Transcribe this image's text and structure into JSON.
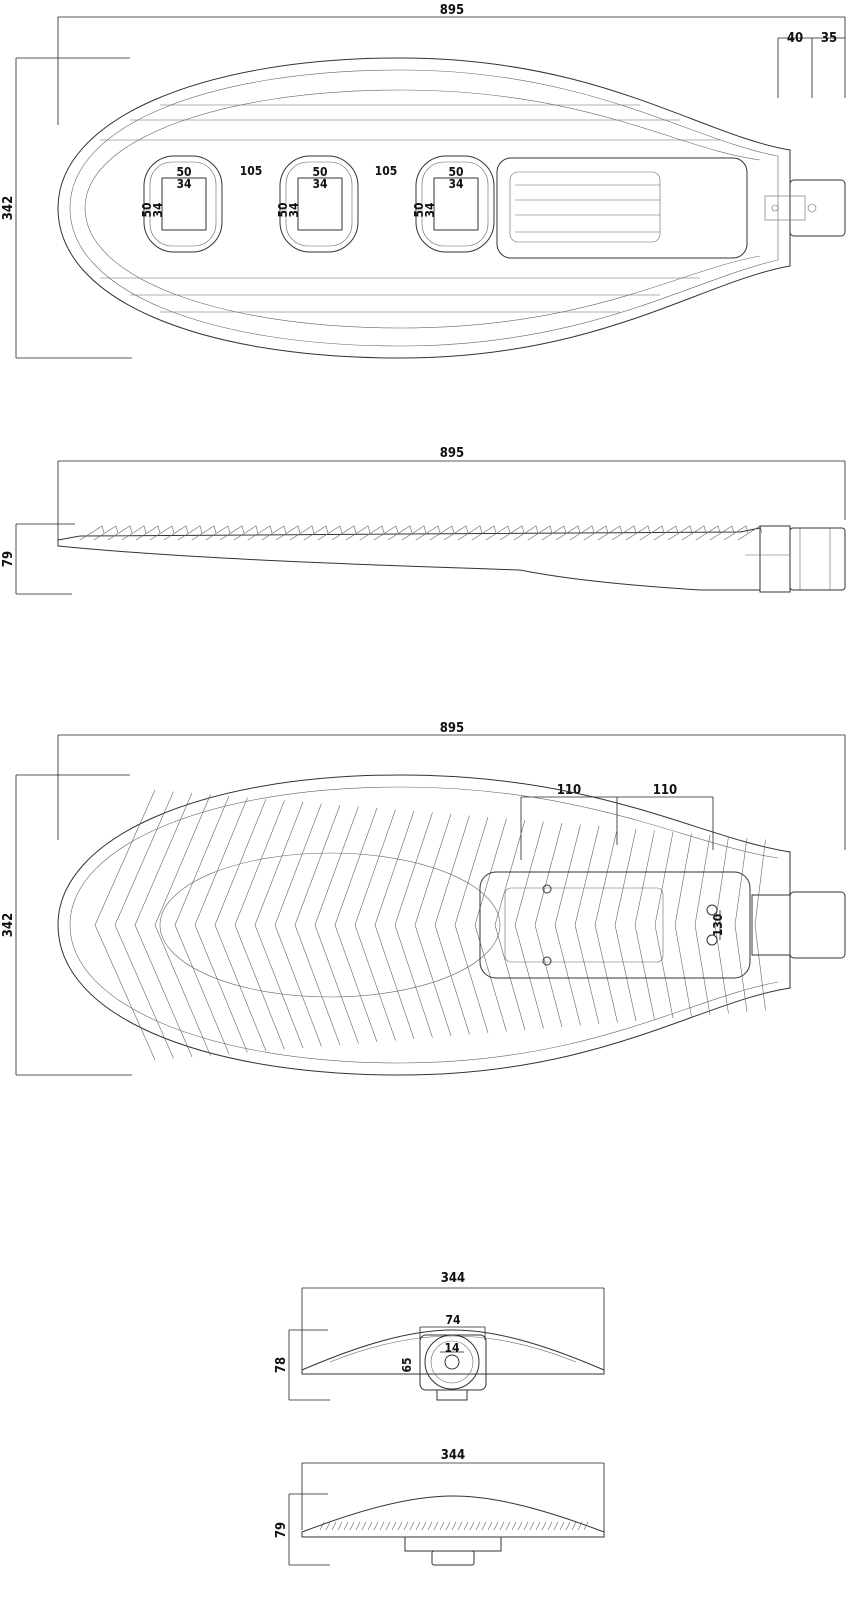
{
  "top_view": {
    "length": "895",
    "width": "342",
    "clamp_a": "40",
    "clamp_b": "35",
    "modules": [
      {
        "w_outer": "50",
        "w_inner": "34",
        "h_outer": "50",
        "h_inner": "34"
      },
      {
        "w_outer": "50",
        "w_inner": "34",
        "h_outer": "50",
        "h_inner": "34"
      },
      {
        "w_outer": "50",
        "w_inner": "34",
        "h_outer": "50",
        "h_inner": "34"
      }
    ],
    "spacing": [
      "105",
      "105"
    ]
  },
  "side_view": {
    "length": "895",
    "height": "79"
  },
  "bottom_view": {
    "length": "895",
    "width": "342",
    "spacing": [
      "110",
      "110"
    ],
    "hole_spacing": "130"
  },
  "front_view": {
    "width": "344",
    "height": "78",
    "socket_width": "74",
    "bore": "14",
    "socket_height": "65"
  },
  "rear_view": {
    "width": "344",
    "height": "79"
  }
}
